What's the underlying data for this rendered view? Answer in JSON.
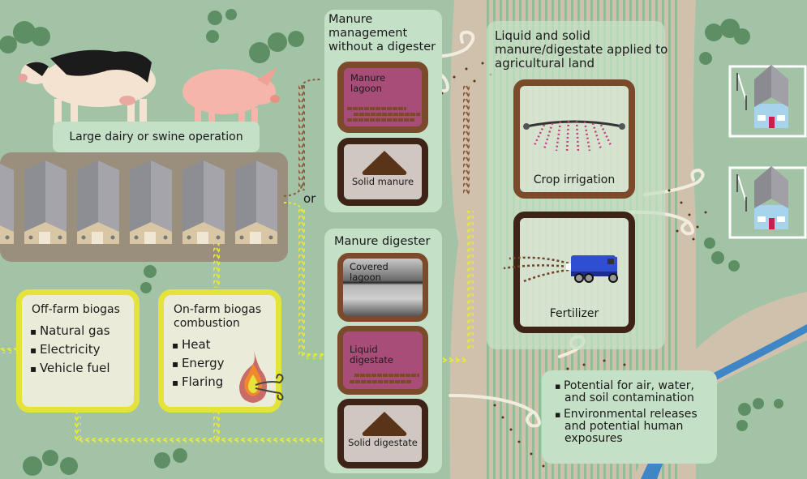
{
  "diagram": {
    "title": "Manure management pathways from large dairy or swine operations",
    "colors": {
      "background_grass": "#a3c3a6",
      "panel": "#c4e0c6",
      "biogas_border": "#e3e33a",
      "manure_arrow": "#8a5a3a",
      "biogas_arrow": "#e6e640",
      "lagoon": "#a84d78",
      "lagoon_border": "#7a4a2a",
      "solid_border": "#3d2417",
      "solid_pile": "#5a3418",
      "river": "#3f86c6",
      "path": "#cfc1ab"
    }
  },
  "operation": {
    "label": "Large dairy or swine operation",
    "animals": [
      "cow-icon",
      "pig-icon"
    ],
    "barn_count": 6,
    "connector_or": "or"
  },
  "no_digester": {
    "title": "Manure management without a digester",
    "items": [
      {
        "label": "Manure lagoon",
        "icon": "manure-lagoon-icon"
      },
      {
        "label": "Solid manure",
        "icon": "solid-manure-icon"
      }
    ]
  },
  "digester": {
    "title": "Manure digester",
    "items": [
      {
        "label": "Covered lagoon",
        "icon": "covered-lagoon-icon"
      },
      {
        "label": "Liquid digestate",
        "icon": "liquid-digestate-icon"
      },
      {
        "label": "Solid digestate",
        "icon": "solid-digestate-icon"
      }
    ]
  },
  "offfarm": {
    "title": "Off-farm biogas",
    "items": [
      "Natural gas",
      "Electricity",
      "Vehicle fuel"
    ]
  },
  "onfarm": {
    "title": "On-farm biogas combustion",
    "items": [
      "Heat",
      "Energy",
      "Flaring"
    ],
    "icon": "flame-icon"
  },
  "land": {
    "title": "Liquid and solid manure/digestate applied to agricultural land",
    "items": [
      {
        "label": "Crop irrigation",
        "icon": "irrigation-icon"
      },
      {
        "label": "Fertilizer",
        "icon": "fertilizer-truck-icon"
      }
    ]
  },
  "impacts": {
    "items": [
      "Potential for air, water, and soil contamination",
      "Environmental releases and potential human exposures"
    ]
  },
  "residences": {
    "icons": [
      "house-icon",
      "house-icon"
    ]
  }
}
